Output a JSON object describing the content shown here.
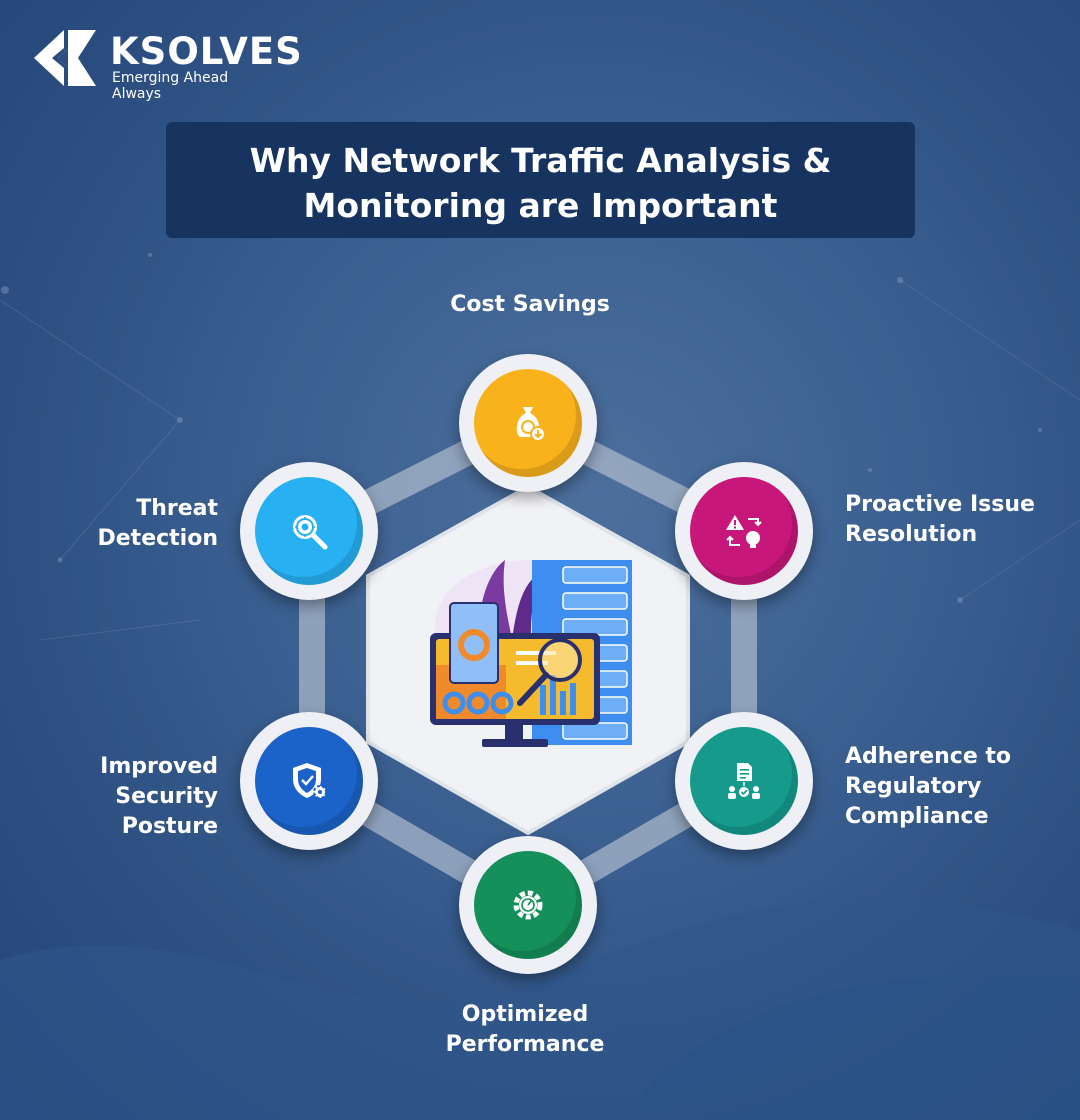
{
  "brand": {
    "name": "KSOLVES",
    "tagline": "Emerging Ahead Always"
  },
  "title": "Why Network Traffic Analysis &\nMonitoring are Important",
  "center_icon": "monitor-analytics-illustration",
  "nodes": [
    {
      "label": "Cost Savings",
      "icon": "money-bag-icon",
      "color": "#f9b21c"
    },
    {
      "label": "Proactive Issue\nResolution",
      "icon": "issue-resolution-icon",
      "color": "#c8177a"
    },
    {
      "label": "Adherence to\nRegulatory\nCompliance",
      "icon": "compliance-document-icon",
      "color": "#159a8c"
    },
    {
      "label": "Optimized\nPerformance",
      "icon": "performance-gear-icon",
      "color": "#15905a"
    },
    {
      "label": "Improved\nSecurity\nPosture",
      "icon": "security-shield-icon",
      "color": "#1b63c9"
    },
    {
      "label": "Threat\nDetection",
      "icon": "threat-search-icon",
      "color": "#27b1f2"
    }
  ]
}
